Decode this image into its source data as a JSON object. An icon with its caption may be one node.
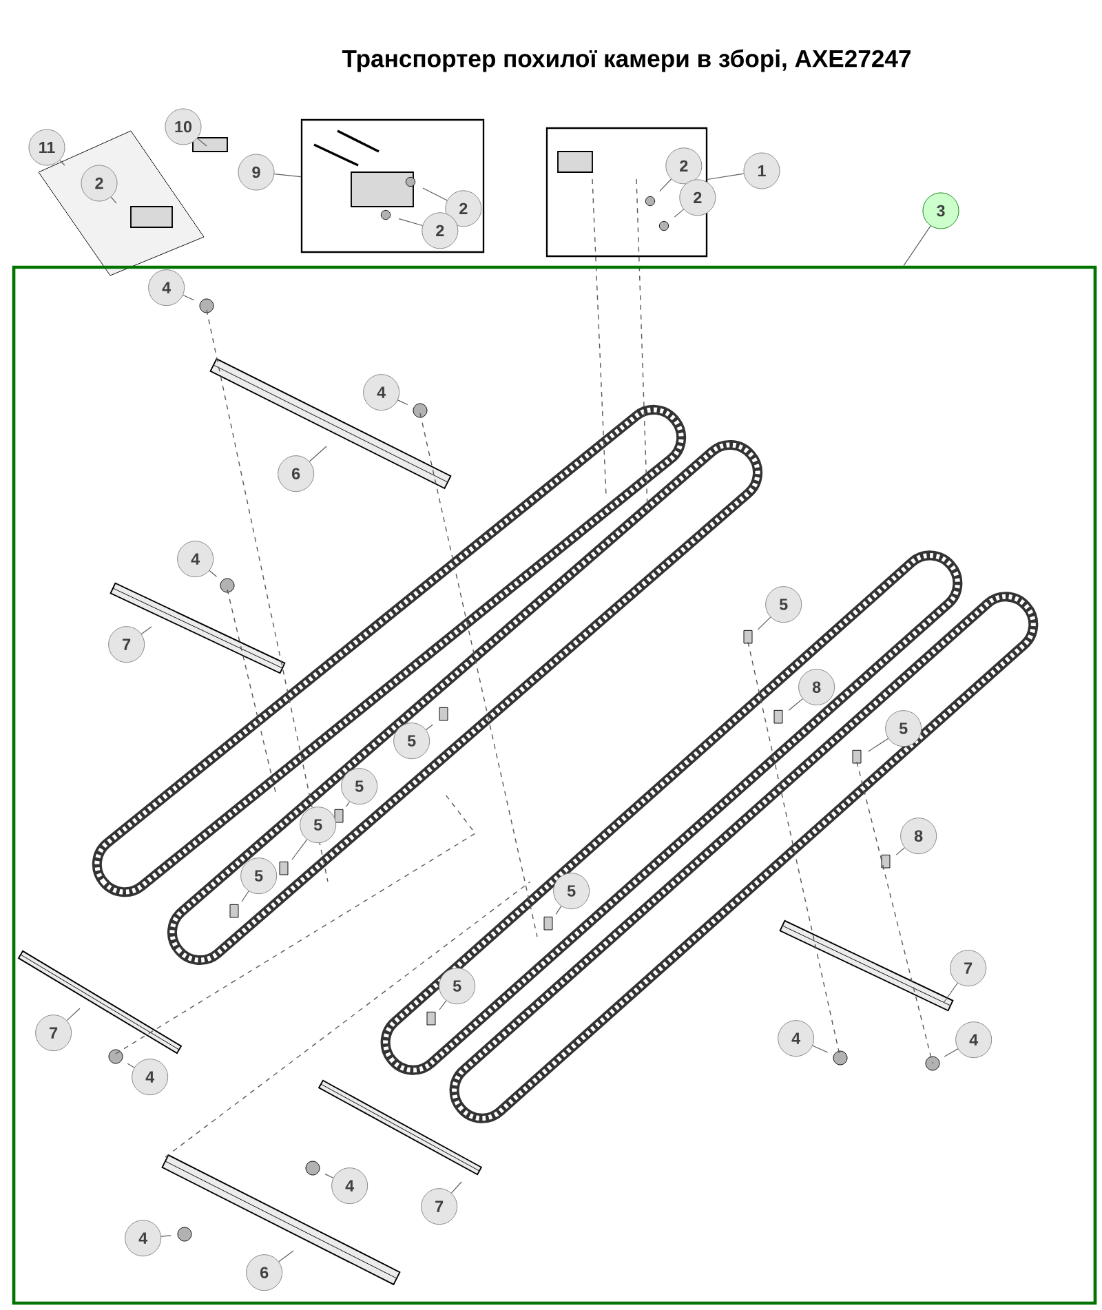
{
  "diagram": {
    "title": "Транспортер похилої камери в зборі, AXE27247",
    "nodes": [
      {
        "text": [
          "11"
        ]
      },
      {
        "text": [
          "2"
        ]
      },
      {
        "text": [
          "10"
        ]
      },
      {
        "text": [],
        "shape": "box"
      },
      {
        "text": [
          "9"
        ]
      },
      {
        "text": [
          "2"
        ],
        "in": 3
      },
      {
        "text": [
          "2"
        ],
        "in": 3
      },
      {
        "text": [],
        "shape": "box"
      },
      {
        "text": [
          "2"
        ],
        "in": 7
      },
      {
        "text": [
          "2"
        ],
        "in": 7
      },
      {
        "text": [
          "1"
        ]
      },
      {
        "text": [
          "3"
        ]
      },
      {
        "text": [],
        "shape": "box"
      },
      {
        "text": [
          "4"
        ],
        "in": 12
      },
      {
        "text": [
          "4"
        ],
        "in": 12
      },
      {
        "text": [
          "6"
        ],
        "in": 12
      },
      {
        "text": [
          "4"
        ],
        "in": 12
      },
      {
        "text": [
          "7"
        ],
        "in": 12
      },
      {
        "text": [
          "5"
        ],
        "in": 12
      },
      {
        "text": [
          "5"
        ],
        "in": 12
      },
      {
        "text": [
          "8"
        ],
        "in": 12
      },
      {
        "text": [
          "5"
        ],
        "in": 12
      },
      {
        "text": [
          "5"
        ],
        "in": 12
      },
      {
        "text": [
          "5"
        ],
        "in": 12
      },
      {
        "text": [
          "8"
        ],
        "in": 12
      },
      {
        "text": [
          "5"
        ],
        "in": 12
      },
      {
        "text": [
          "5"
        ],
        "in": 12
      },
      {
        "text": [
          "5"
        ],
        "in": 12
      },
      {
        "text": [
          "7"
        ],
        "in": 12
      },
      {
        "text": [
          "7"
        ],
        "in": 12
      },
      {
        "text": [
          "4"
        ],
        "in": 12
      },
      {
        "text": [
          "4"
        ],
        "in": 12
      },
      {
        "text": [
          "4"
        ],
        "in": 12
      },
      {
        "text": [
          "4"
        ],
        "in": 12
      },
      {
        "text": [
          "7"
        ],
        "in": 12
      },
      {
        "text": [
          "4"
        ],
        "in": 12
      },
      {
        "text": [
          "6"
        ],
        "in": 12
      }
    ],
    "edges": [
      {
        "from": 0,
        "to": null,
        "arrow": "none"
      },
      {
        "from": 1,
        "to": null,
        "arrow": "none"
      },
      {
        "from": 2,
        "to": null,
        "arrow": "none"
      },
      {
        "from": 4,
        "to": 3,
        "arrow": "none"
      },
      {
        "from": 5,
        "to": null,
        "arrow": "none"
      },
      {
        "from": 6,
        "to": null,
        "arrow": "none"
      },
      {
        "from": 10,
        "to": 7,
        "arrow": "none"
      },
      {
        "from": 8,
        "to": null,
        "arrow": "none"
      },
      {
        "from": 9,
        "to": null,
        "arrow": "none"
      },
      {
        "from": 11,
        "to": 12,
        "arrow": "none"
      },
      {
        "from": 13,
        "to": null,
        "arrow": "none"
      },
      {
        "from": 14,
        "to": null,
        "arrow": "none"
      },
      {
        "from": 15,
        "to": null,
        "arrow": "none"
      },
      {
        "from": 16,
        "to": null,
        "arrow": "none"
      },
      {
        "from": 17,
        "to": null,
        "arrow": "none"
      },
      {
        "from": 18,
        "to": null,
        "arrow": "none"
      },
      {
        "from": 19,
        "to": null,
        "arrow": "none"
      },
      {
        "from": 20,
        "to": null,
        "arrow": "none"
      },
      {
        "from": 21,
        "to": null,
        "arrow": "none"
      },
      {
        "from": 22,
        "to": null,
        "arrow": "none"
      },
      {
        "from": 23,
        "to": null,
        "arrow": "none"
      },
      {
        "from": 24,
        "to": null,
        "arrow": "none"
      },
      {
        "from": 25,
        "to": null,
        "arrow": "none"
      },
      {
        "from": 26,
        "to": null,
        "arrow": "none"
      },
      {
        "from": 27,
        "to": null,
        "arrow": "none"
      },
      {
        "from": 28,
        "to": null,
        "arrow": "none"
      },
      {
        "from": 29,
        "to": null,
        "arrow": "none"
      },
      {
        "from": 30,
        "to": null,
        "arrow": "none"
      },
      {
        "from": 31,
        "to": null,
        "arrow": "none"
      },
      {
        "from": 32,
        "to": null,
        "arrow": "none"
      },
      {
        "from": 33,
        "to": null,
        "arrow": "none"
      },
      {
        "from": 34,
        "to": null,
        "arrow": "none"
      },
      {
        "from": 35,
        "to": null,
        "arrow": "none"
      },
      {
        "from": 36,
        "to": null,
        "arrow": "none"
      }
    ]
  }
}
